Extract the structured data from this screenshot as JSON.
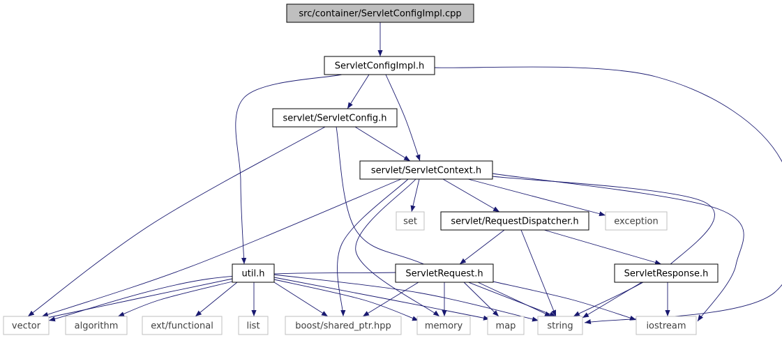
{
  "diagram": {
    "colors": {
      "edge": "#191970",
      "root_fill": "#bfbfbf",
      "border": "#000000",
      "external_border": "#bfbfbf",
      "text": "#000000",
      "external_text": "#404040"
    },
    "nodes": [
      {
        "id": "root",
        "label": "src/container/ServletConfigImpl.cpp",
        "kind": "root"
      },
      {
        "id": "impl_h",
        "label": "ServletConfigImpl.h",
        "kind": "header"
      },
      {
        "id": "config_h",
        "label": "servlet/ServletConfig.h",
        "kind": "header"
      },
      {
        "id": "context_h",
        "label": "servlet/ServletContext.h",
        "kind": "header"
      },
      {
        "id": "set",
        "label": "set",
        "kind": "external"
      },
      {
        "id": "dispatcher_h",
        "label": "servlet/RequestDispatcher.h",
        "kind": "header"
      },
      {
        "id": "exception",
        "label": "exception",
        "kind": "external"
      },
      {
        "id": "util_h",
        "label": "util.h",
        "kind": "header"
      },
      {
        "id": "request_h",
        "label": "ServletRequest.h",
        "kind": "header"
      },
      {
        "id": "response_h",
        "label": "ServletResponse.h",
        "kind": "header"
      },
      {
        "id": "vector",
        "label": "vector",
        "kind": "external"
      },
      {
        "id": "algorithm",
        "label": "algorithm",
        "kind": "external"
      },
      {
        "id": "functional",
        "label": "ext/functional",
        "kind": "external"
      },
      {
        "id": "list",
        "label": "list",
        "kind": "external"
      },
      {
        "id": "shared_ptr",
        "label": "boost/shared_ptr.hpp",
        "kind": "external"
      },
      {
        "id": "memory",
        "label": "memory",
        "kind": "external"
      },
      {
        "id": "map",
        "label": "map",
        "kind": "external"
      },
      {
        "id": "string",
        "label": "string",
        "kind": "external"
      },
      {
        "id": "iostream",
        "label": "iostream",
        "kind": "external"
      }
    ],
    "edges": [
      [
        "root",
        "impl_h"
      ],
      [
        "impl_h",
        "config_h"
      ],
      [
        "impl_h",
        "context_h"
      ],
      [
        "impl_h",
        "util_h"
      ],
      [
        "impl_h",
        "string"
      ],
      [
        "config_h",
        "context_h"
      ],
      [
        "config_h",
        "vector"
      ],
      [
        "config_h",
        "string"
      ],
      [
        "context_h",
        "set"
      ],
      [
        "context_h",
        "dispatcher_h"
      ],
      [
        "context_h",
        "exception"
      ],
      [
        "context_h",
        "vector"
      ],
      [
        "context_h",
        "shared_ptr"
      ],
      [
        "context_h",
        "memory"
      ],
      [
        "context_h",
        "string"
      ],
      [
        "context_h",
        "iostream"
      ],
      [
        "dispatcher_h",
        "request_h"
      ],
      [
        "dispatcher_h",
        "response_h"
      ],
      [
        "dispatcher_h",
        "string"
      ],
      [
        "util_h",
        "vector"
      ],
      [
        "util_h",
        "algorithm"
      ],
      [
        "util_h",
        "functional"
      ],
      [
        "util_h",
        "list"
      ],
      [
        "util_h",
        "shared_ptr"
      ],
      [
        "util_h",
        "memory"
      ],
      [
        "util_h",
        "map"
      ],
      [
        "util_h",
        "string"
      ],
      [
        "request_h",
        "vector"
      ],
      [
        "request_h",
        "shared_ptr"
      ],
      [
        "request_h",
        "memory"
      ],
      [
        "request_h",
        "map"
      ],
      [
        "request_h",
        "string"
      ],
      [
        "request_h",
        "iostream"
      ],
      [
        "response_h",
        "string"
      ],
      [
        "response_h",
        "iostream"
      ]
    ]
  }
}
